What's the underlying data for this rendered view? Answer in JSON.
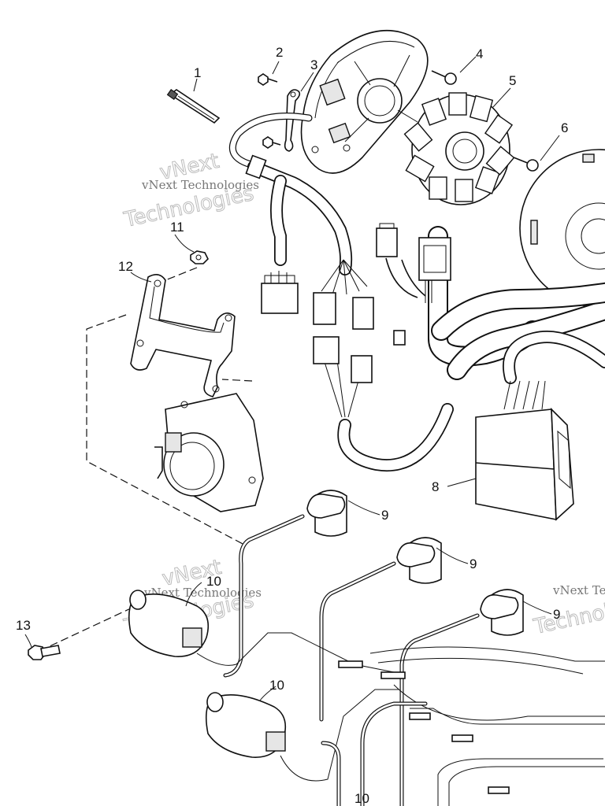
{
  "callouts": [
    {
      "id": "1",
      "text": "1"
    },
    {
      "id": "2",
      "text": "2"
    },
    {
      "id": "3",
      "text": "3"
    },
    {
      "id": "4",
      "text": "4"
    },
    {
      "id": "5",
      "text": "5"
    },
    {
      "id": "6",
      "text": "6"
    },
    {
      "id": "8",
      "text": "8"
    },
    {
      "id": "9a",
      "text": "9"
    },
    {
      "id": "9b",
      "text": "9"
    },
    {
      "id": "9c",
      "text": "9"
    },
    {
      "id": "10a",
      "text": "10"
    },
    {
      "id": "10b",
      "text": "10"
    },
    {
      "id": "10c",
      "text": "10"
    },
    {
      "id": "11",
      "text": "11"
    },
    {
      "id": "12",
      "text": "12"
    },
    {
      "id": "13",
      "text": "13"
    }
  ],
  "watermark": {
    "small": "vNext Technologies",
    "large": "Technologies",
    "large_top": "vNext"
  }
}
